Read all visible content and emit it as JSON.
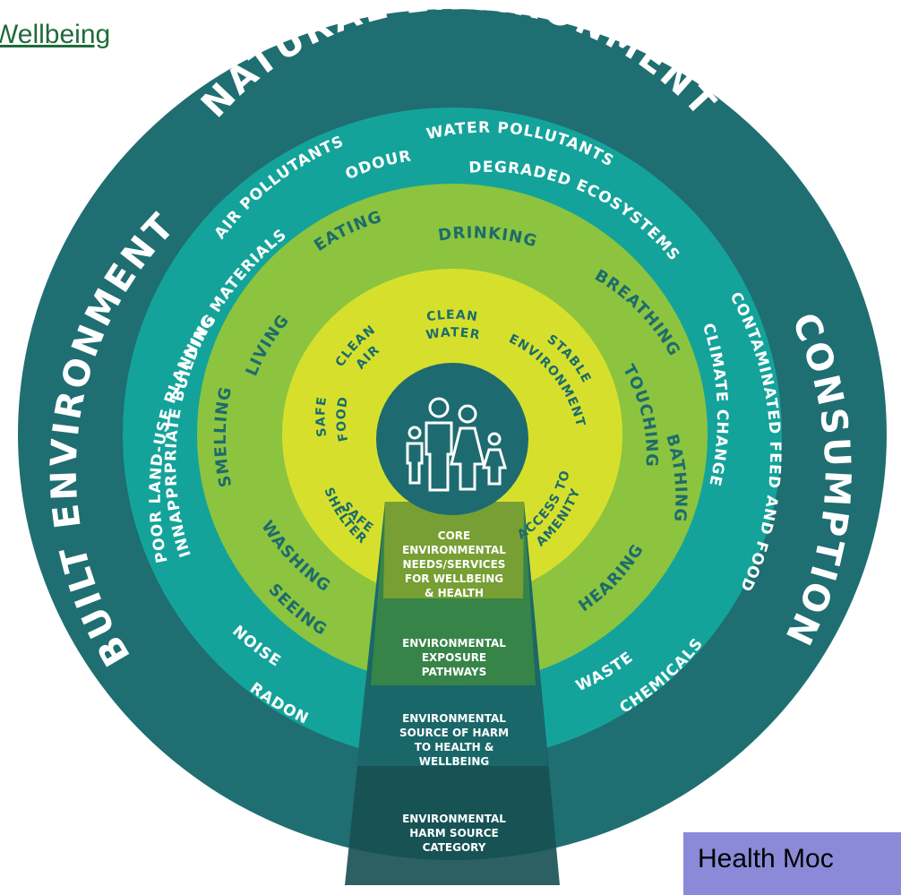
{
  "header": {
    "link_text": "Wellbeing"
  },
  "diagram": {
    "outer_ring": {
      "natural": "NATURAL ENVIRONMENT",
      "built": "BUILT ENVIRONMENT",
      "consumption": "CONSUMPTION"
    },
    "source_ring": {
      "air_pollutants": "AIR POLLUTANTS",
      "odour": "ODOUR",
      "water_pollutants": "WATER POLLUTANTS",
      "degraded_ecosystems": "DEGRADED ECOSYSTEMS",
      "contaminated_feed": "CONTAMINATED FEED AND FOOD",
      "climate_change": "CLIMATE CHANGE",
      "poor_land_use": "POOR LAND-USE PLANNING",
      "building_materials": "INNAPPRPRIATE BUILDING MATERIALS",
      "noise": "NOISE",
      "radon": "RADON",
      "waste": "WASTE",
      "chemicals": "CHEMICALS"
    },
    "pathway_ring": {
      "eating": "EATING",
      "drinking": "DRINKING",
      "breathing": "BREATHING",
      "touching": "TOUCHING",
      "bathing": "BATHING",
      "hearing": "HEARING",
      "living": "LIVING",
      "smelling": "SMELLING",
      "washing": "WASHING",
      "seeing": "SEEING"
    },
    "needs_ring": {
      "clean_water_1": "CLEAN",
      "clean_water_2": "WATER",
      "clean_air_1": "CLEAN",
      "clean_air_2": "AIR",
      "stable_env_1": "STABLE",
      "stable_env_2": "ENVIRONMENT",
      "safe_food_1": "SAFE",
      "safe_food_2": "FOOD",
      "safe_shelter_1": "SAFE",
      "safe_shelter_2": "SHELTER",
      "access_1": "ACCESS TO",
      "access_2": "AMENITY"
    },
    "wedge_labels": {
      "core": [
        "CORE",
        "ENVIRONMENTAL",
        "NEEDS/SERVICES",
        "FOR WELLBEING",
        "& HEALTH"
      ],
      "exposure": [
        "ENVIRONMENTAL",
        "EXPOSURE",
        "PATHWAYS"
      ],
      "source": [
        "ENVIRONMENTAL",
        "SOURCE OF HARM",
        "TO HEALTH &",
        "WELLBEING"
      ],
      "category": [
        "ENVIRONMENTAL",
        "HARM SOURCE",
        "CATEGORY"
      ]
    },
    "center_icon": "family-icon",
    "colors": {
      "outer": "#1f6e72",
      "source": "#14a39a",
      "pathway": "#8cc43f",
      "needs": "#d6e02c",
      "center": "#1d6b70"
    }
  },
  "footer": {
    "box_text": "Health Moc"
  }
}
